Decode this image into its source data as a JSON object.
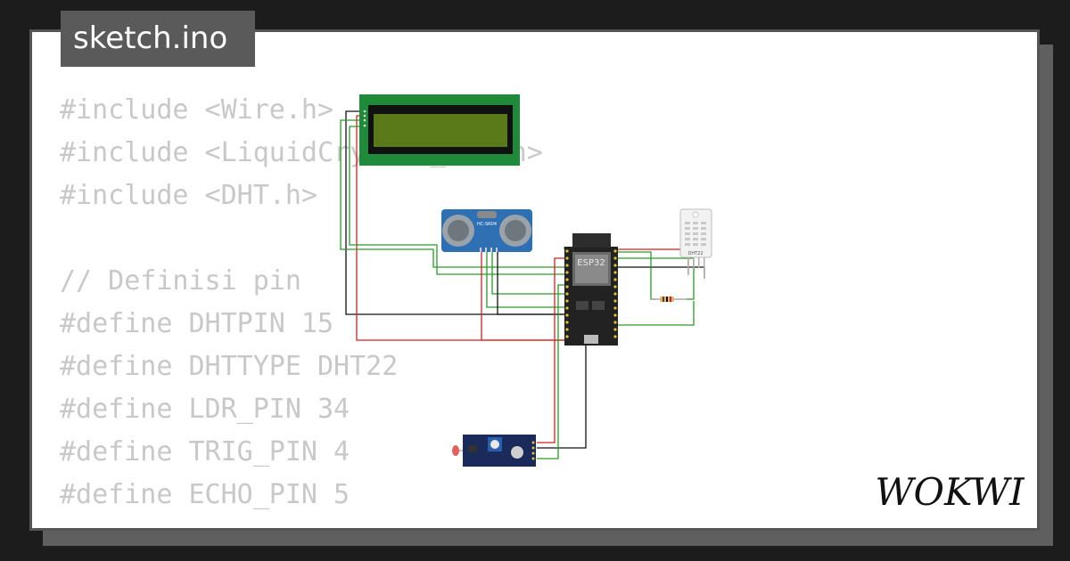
{
  "tab": {
    "title": "sketch.ino"
  },
  "code_lines": [
    "#include <Wire.h>",
    "#include <LiquidCrystal_I2C.h>",
    "#include <DHT.h>",
    "",
    "// Definisi pin",
    "#define DHTPIN 15",
    "#define DHTTYPE DHT22",
    "#define LDR_PIN 34",
    "#define TRIG_PIN 4",
    "#define ECHO_PIN 5"
  ],
  "components": {
    "ultrasonic_label": "HC-SR04",
    "mcu_label": "ESP32",
    "dht_label": "DHT22"
  },
  "brand": {
    "name": "WOKWI"
  },
  "colors": {
    "lcd_board": "#1e8a3a",
    "lcd_screen": "#5a7a1a",
    "ultrasonic": "#2f6fb3",
    "mcu": "#222222",
    "wire_red": "#d42020",
    "wire_green": "#2a9a2a",
    "wire_black": "#111111",
    "ldr_board": "#1a2a5a"
  }
}
